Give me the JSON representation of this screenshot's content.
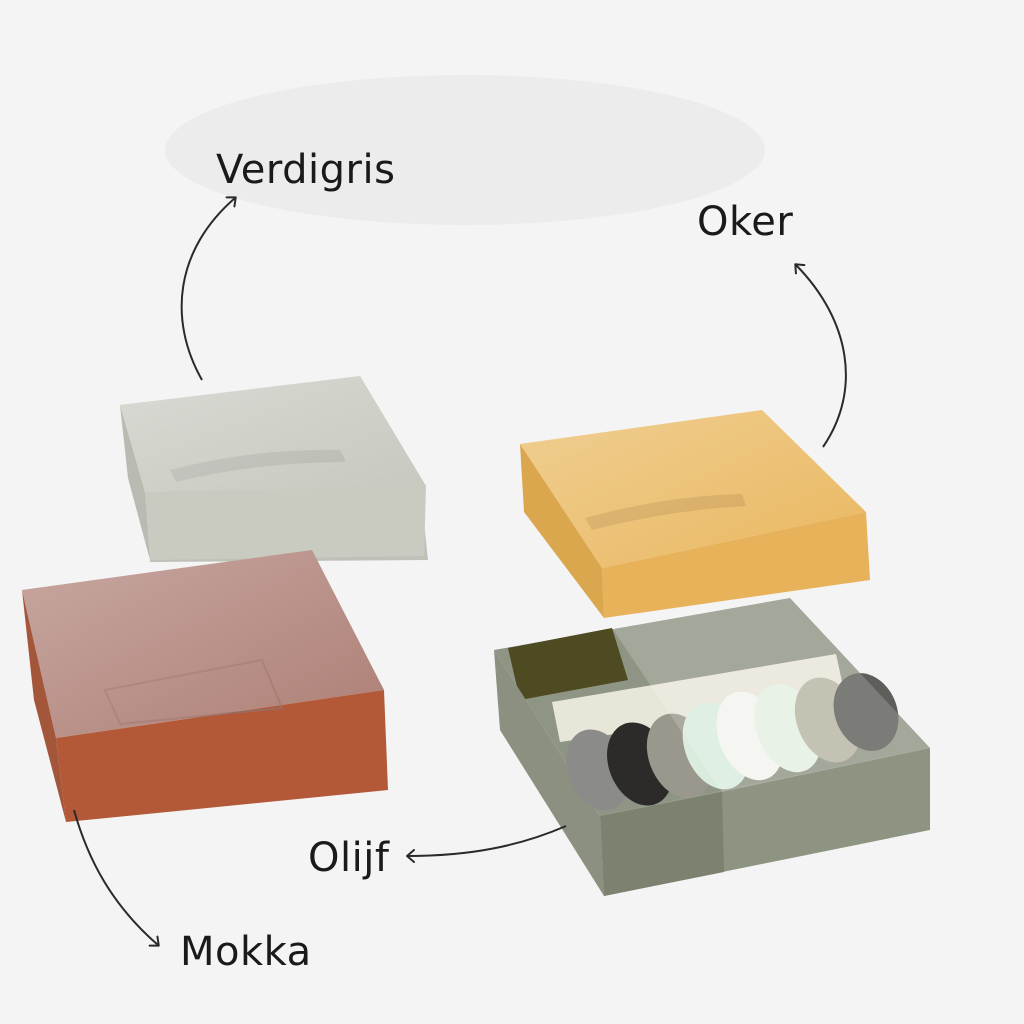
{
  "labels": {
    "verdigris": "Verdigris",
    "oker": "Oker",
    "olijf": "Olijf",
    "mokka": "Mokka"
  },
  "colors": {
    "background": "#f4f4f4",
    "verdigris_box": "#c7c9bf",
    "oker_box": "#e9b65a",
    "olijf_box": "#8e9481",
    "olijf_band": "#4d4a22",
    "mokka_box": "#b45a3c",
    "arrow": "#2a2a2a"
  }
}
